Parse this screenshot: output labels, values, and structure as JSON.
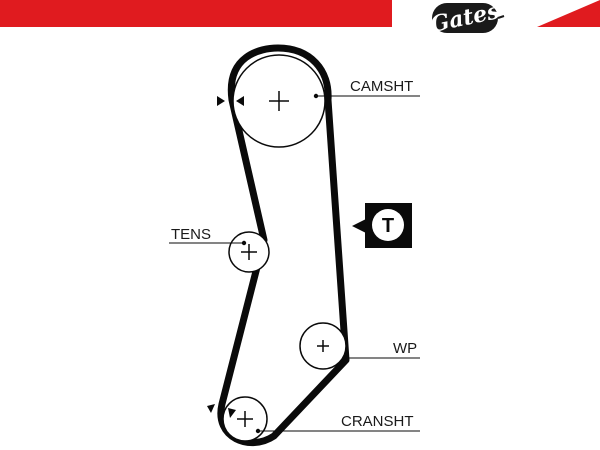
{
  "brand": {
    "logo_text": "Gates",
    "accent_color": "#e01b1f"
  },
  "diagram": {
    "labels": {
      "camshaft": "CAMSHT",
      "tensioner": "TENS",
      "water_pump": "WP",
      "crankshaft": "CRANSHT"
    },
    "tension_marker": "T",
    "belt_color": "#0a0a0a"
  }
}
